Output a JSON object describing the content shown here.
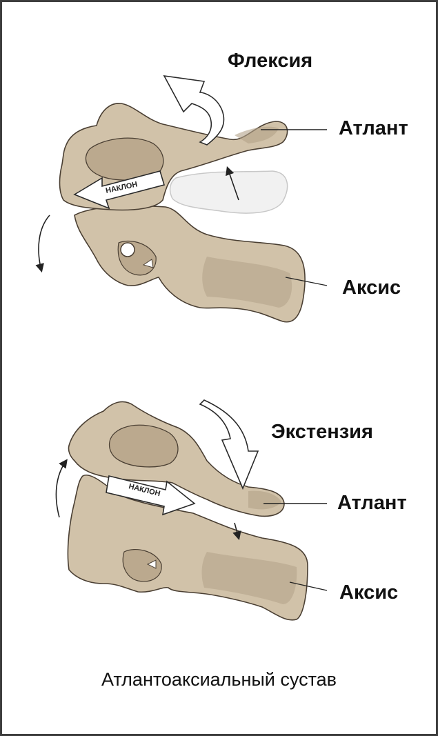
{
  "flexion": {
    "title": "Флексия",
    "atlas": "Атлант",
    "axis": "Аксис",
    "tilt": "НАКЛОН"
  },
  "extension": {
    "title": "Экстензия",
    "atlas": "Атлант",
    "axis": "Аксис",
    "tilt": "НАКЛОН"
  },
  "caption": "Атлантоаксиальный сустав",
  "colors": {
    "bone": "#d1c2a9",
    "bone_shade": "#b3a288",
    "bone_outline": "#4a3f33",
    "frame": "#3e3e3e",
    "arrow_fill": "#ffffff",
    "ghost_fill": "#f1f1f1"
  },
  "icons": [
    "curved-rotation-arrow",
    "straight-arrow",
    "tilt-arrow"
  ]
}
